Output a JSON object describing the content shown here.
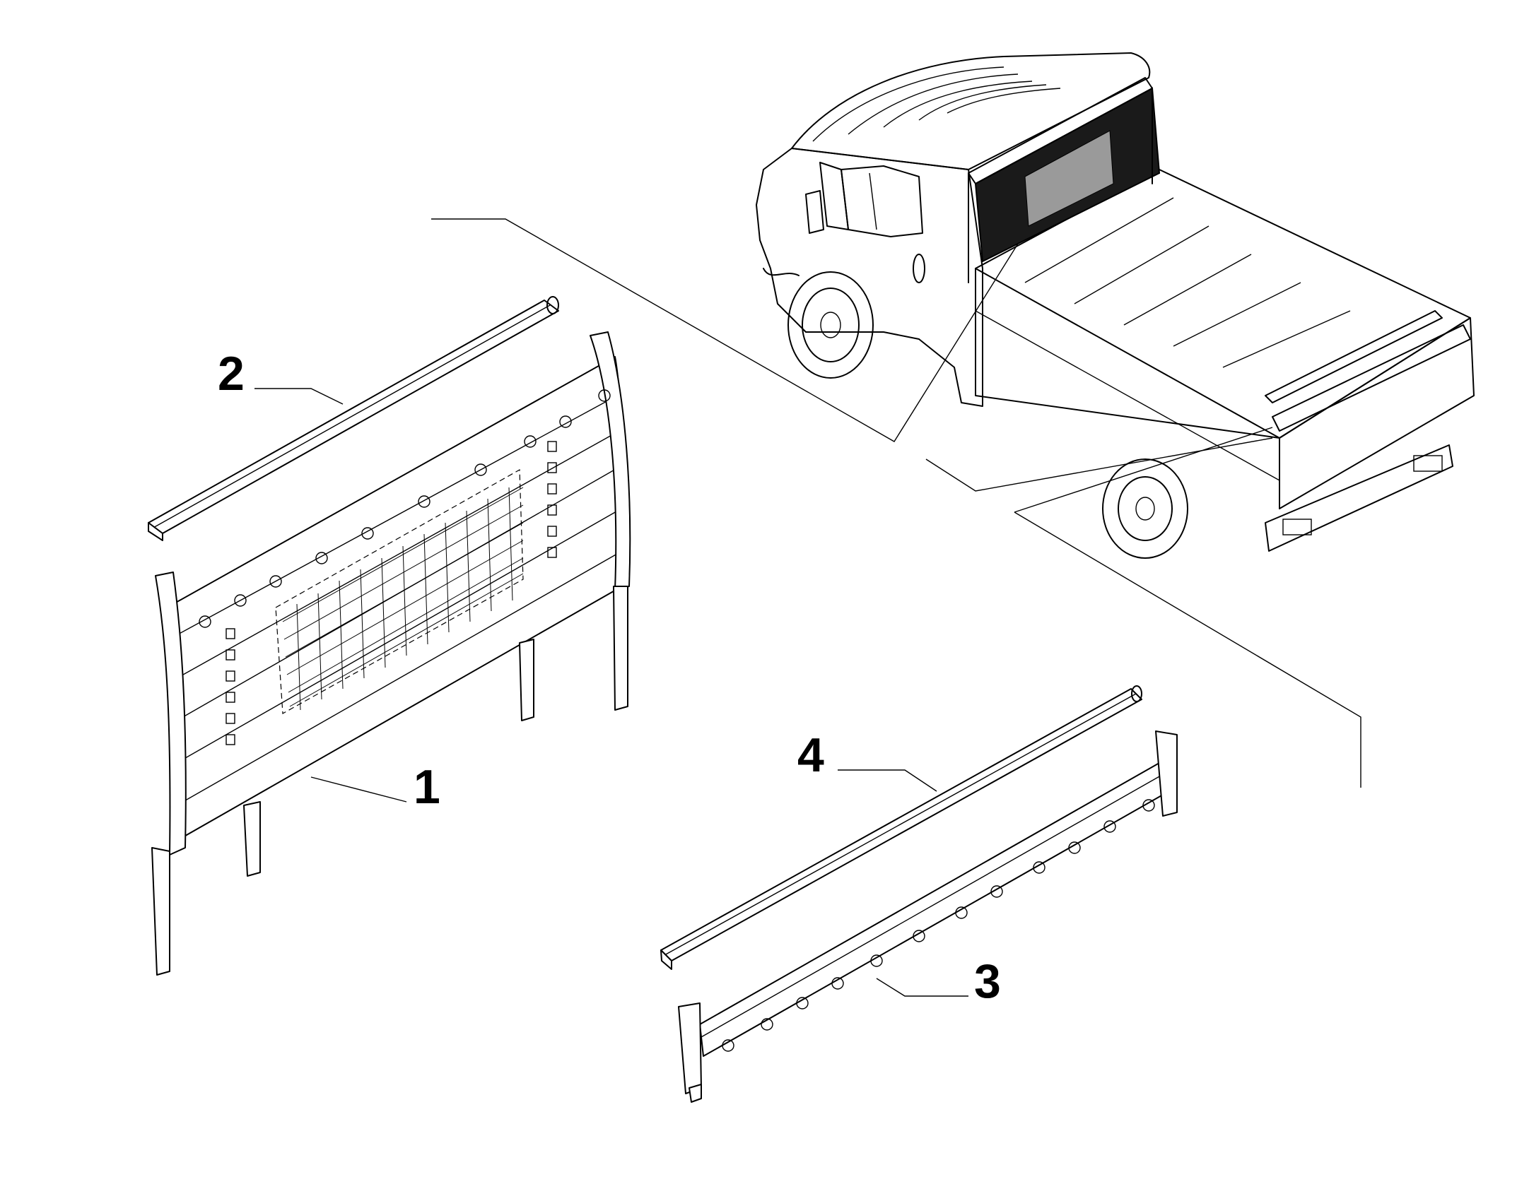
{
  "diagram": {
    "callouts": [
      {
        "id": "1",
        "label": "1",
        "part": "headboard-panel"
      },
      {
        "id": "2",
        "label": "2",
        "part": "headboard-top-rail"
      },
      {
        "id": "3",
        "label": "3",
        "part": "tailboard-rail"
      },
      {
        "id": "4",
        "label": "4",
        "part": "tailboard-top-rail"
      }
    ],
    "colors": {
      "line": "#000000",
      "background": "#ffffff",
      "highlight": "#1a1a1a"
    },
    "icons": [
      "truck-illustration",
      "headboard-panel-illustration",
      "rail-illustration"
    ]
  }
}
